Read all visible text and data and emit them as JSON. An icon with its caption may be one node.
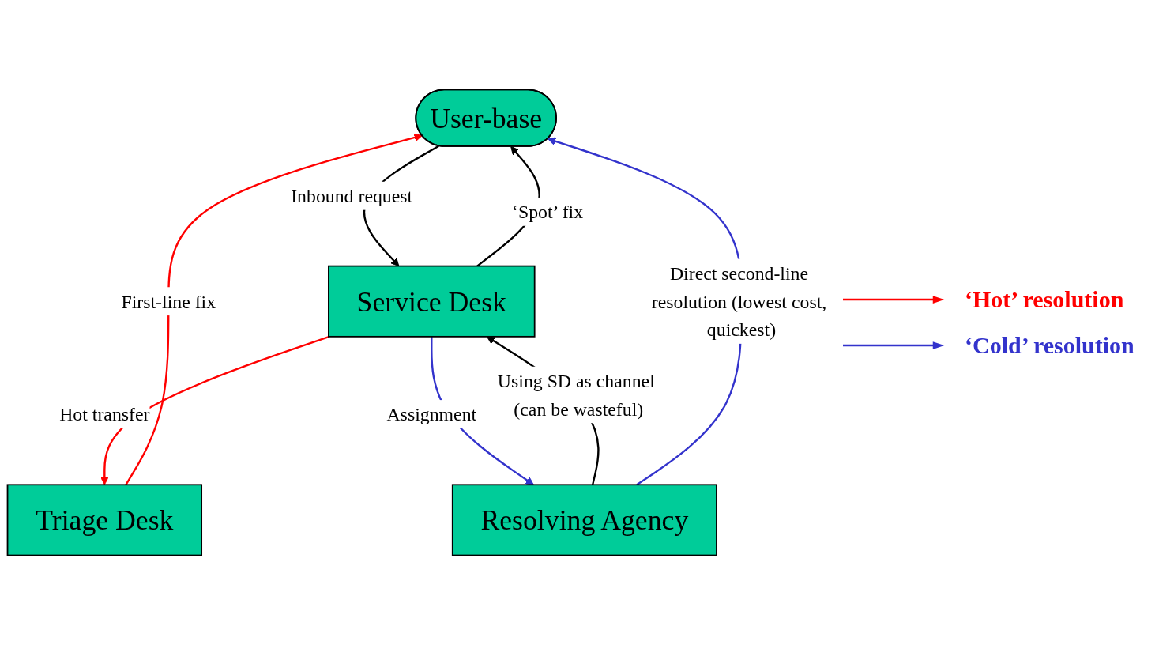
{
  "diagram": {
    "nodes": [
      {
        "text": [
          "User-base"
        ]
      },
      {
        "text": [
          "Service Desk"
        ]
      },
      {
        "text": [
          "Triage Desk"
        ]
      },
      {
        "text": [
          "Resolving Agency"
        ]
      }
    ],
    "edges": [
      {
        "from": 0,
        "to": 1,
        "arrow": "to",
        "label": "Inbound request"
      },
      {
        "from": 1,
        "to": 0,
        "arrow": "to",
        "label": "‘Spot’ fix"
      },
      {
        "from": 1,
        "to": 2,
        "arrow": "to",
        "label": "Hot transfer",
        "color": "#ff0000"
      },
      {
        "from": 2,
        "to": 0,
        "arrow": "to",
        "label": "First-line fix",
        "color": "#ff0000"
      },
      {
        "from": 1,
        "to": 3,
        "arrow": "to",
        "label": "Assignment",
        "color": "#3333cc"
      },
      {
        "from": 3,
        "to": 1,
        "arrow": "to",
        "label": "Using SD as channel (can be wasteful)"
      },
      {
        "from": 3,
        "to": 0,
        "arrow": "to",
        "label": "Direct second-line resolution (lowest cost, quickest)",
        "color": "#3333cc"
      }
    ],
    "legend": [
      {
        "text": "‘Hot’ resolution"
      },
      {
        "text": "‘Cold’ resolution"
      }
    ]
  }
}
